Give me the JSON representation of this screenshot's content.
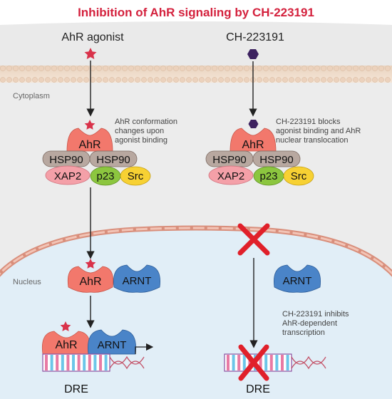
{
  "title": "Inhibition of AhR signaling by CH-223191",
  "colors": {
    "title": "#d4213d",
    "star": "#d9324a",
    "hexagon": "#3d2260",
    "ahr": "#f2786c",
    "arnt": "#4a84c8",
    "hsp90": "#b8a8a0",
    "xap2": "#f4a0a8",
    "p23": "#8cc63f",
    "src": "#f7d133",
    "cross": "#e0202a",
    "cytoplasm": "#ececec",
    "nucleus": "#e1eef7"
  },
  "left": {
    "heading": "AhR agonist",
    "note_lines": [
      "AhR conformation",
      "changes upon",
      "agonist binding"
    ],
    "complex": {
      "ahr": "AhR",
      "hsp90_a": "HSP90",
      "hsp90_b": "HSP90",
      "xap2": "XAP2",
      "p23": "p23",
      "src": "Src"
    },
    "nuclear": {
      "ahr": "AhR",
      "arnt": "ARNT"
    },
    "dna": {
      "ahr": "AhR",
      "arnt": "ARNT",
      "label": "DRE"
    }
  },
  "right": {
    "heading": "CH-223191",
    "note1_lines": [
      "CH-223191 blocks",
      "agonist binding and AhR",
      "nuclear translocation"
    ],
    "complex": {
      "ahr": "AhR",
      "hsp90_a": "HSP90",
      "hsp90_b": "HSP90",
      "xap2": "XAP2",
      "p23": "p23",
      "src": "Src"
    },
    "nuclear": {
      "arnt": "ARNT"
    },
    "note2_lines": [
      "CH-223191 inhibits",
      "AhR-dependent",
      "transcription"
    ],
    "dna": {
      "label": "DRE"
    }
  },
  "labels": {
    "cytoplasm": "Cytoplasm",
    "nucleus": "Nucleus"
  }
}
